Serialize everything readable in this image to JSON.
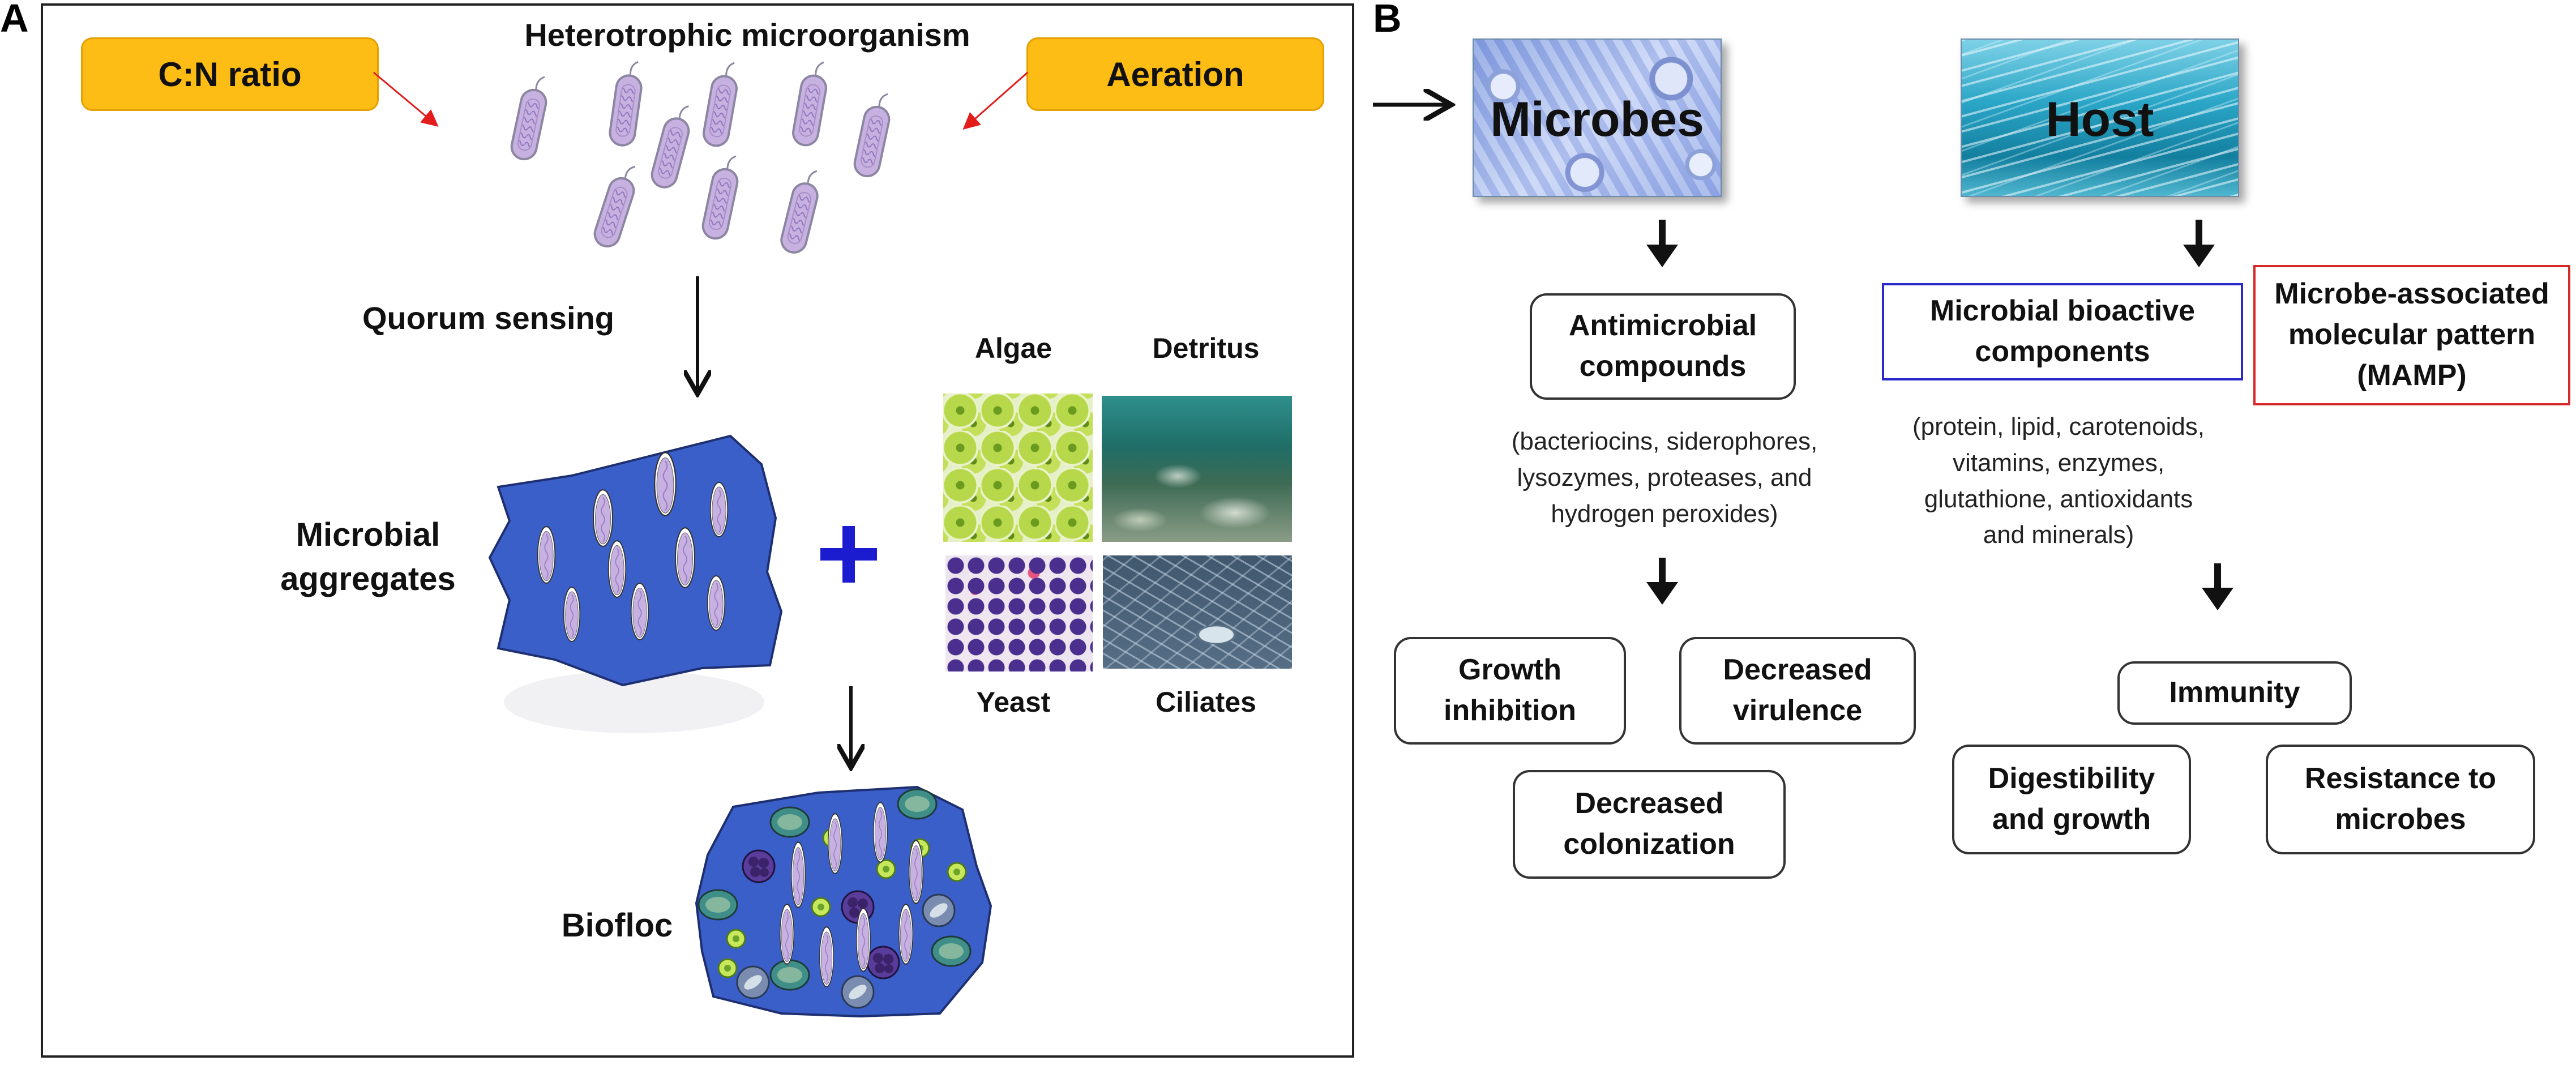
{
  "panel_a": {
    "letter": "A",
    "title": "Heterotrophic microorganism",
    "cn_ratio": "C:N ratio",
    "aeration": "Aeration",
    "quorum_sensing": "Quorum sensing",
    "aggregates_line1": "Microbial",
    "aggregates_line2": "aggregates",
    "plus": "+",
    "algae": "Algae",
    "detritus": "Detritus",
    "yeast": "Yeast",
    "ciliates": "Ciliates",
    "biofloc": "Biofloc"
  },
  "panel_b": {
    "letter": "B",
    "microbes": "Microbes",
    "host": "Host",
    "antimicrobial_line1": "Antimicrobial",
    "antimicrobial_line2": "compounds",
    "antimicrobial_note": [
      "(bacteriocins, siderophores,",
      "lysozymes, proteases, and",
      "hydrogen peroxides)"
    ],
    "growth_line1": "Growth",
    "growth_line2": "inhibition",
    "virulence_line1": "Decreased",
    "virulence_line2": "virulence",
    "colonization_line1": "Decreased",
    "colonization_line2": "colonization",
    "bioactive_line1": "Microbial bioactive",
    "bioactive_line2": "components",
    "bioactive_note": [
      "(protein, lipid, carotenoids,",
      "vitamins, enzymes,",
      "glutathione, antioxidants",
      "and minerals)"
    ],
    "mamp_line1": "Microbe-associated",
    "mamp_line2": "molecular pattern",
    "mamp_line3": "(MAMP)",
    "immunity": "Immunity",
    "digest_line1": "Digestibility",
    "digest_line2": "and growth",
    "resist_line1": "Resistance to",
    "resist_line2": "microbes"
  },
  "colors": {
    "aggregate_blue": "#3b5fc8",
    "bacterium_fill": "#c7b1e0",
    "label_box_yellow": "#fdbd14",
    "bioactive_border": "#2a2acb",
    "mamp_border": "#d62a2a",
    "plus_blue": "#1b1bd0"
  }
}
